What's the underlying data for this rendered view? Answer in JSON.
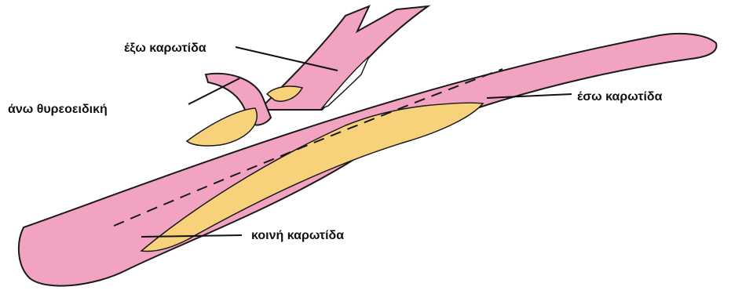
{
  "labels": {
    "external_carotid": "έξω καρωτίδα",
    "superior_thyroid": "άνω θυρεοειδική",
    "internal_carotid": "έσω καρωτίδα",
    "common_carotid": "κοινή καρωτίδα"
  },
  "colors": {
    "vessel_fill": "#f2a3c2",
    "vessel_outline": "#1a1a1a",
    "plaque_fill": "#f7d27a",
    "centerline": "#1a1a1a",
    "leader_line": "#111111",
    "background": "#ffffff"
  }
}
